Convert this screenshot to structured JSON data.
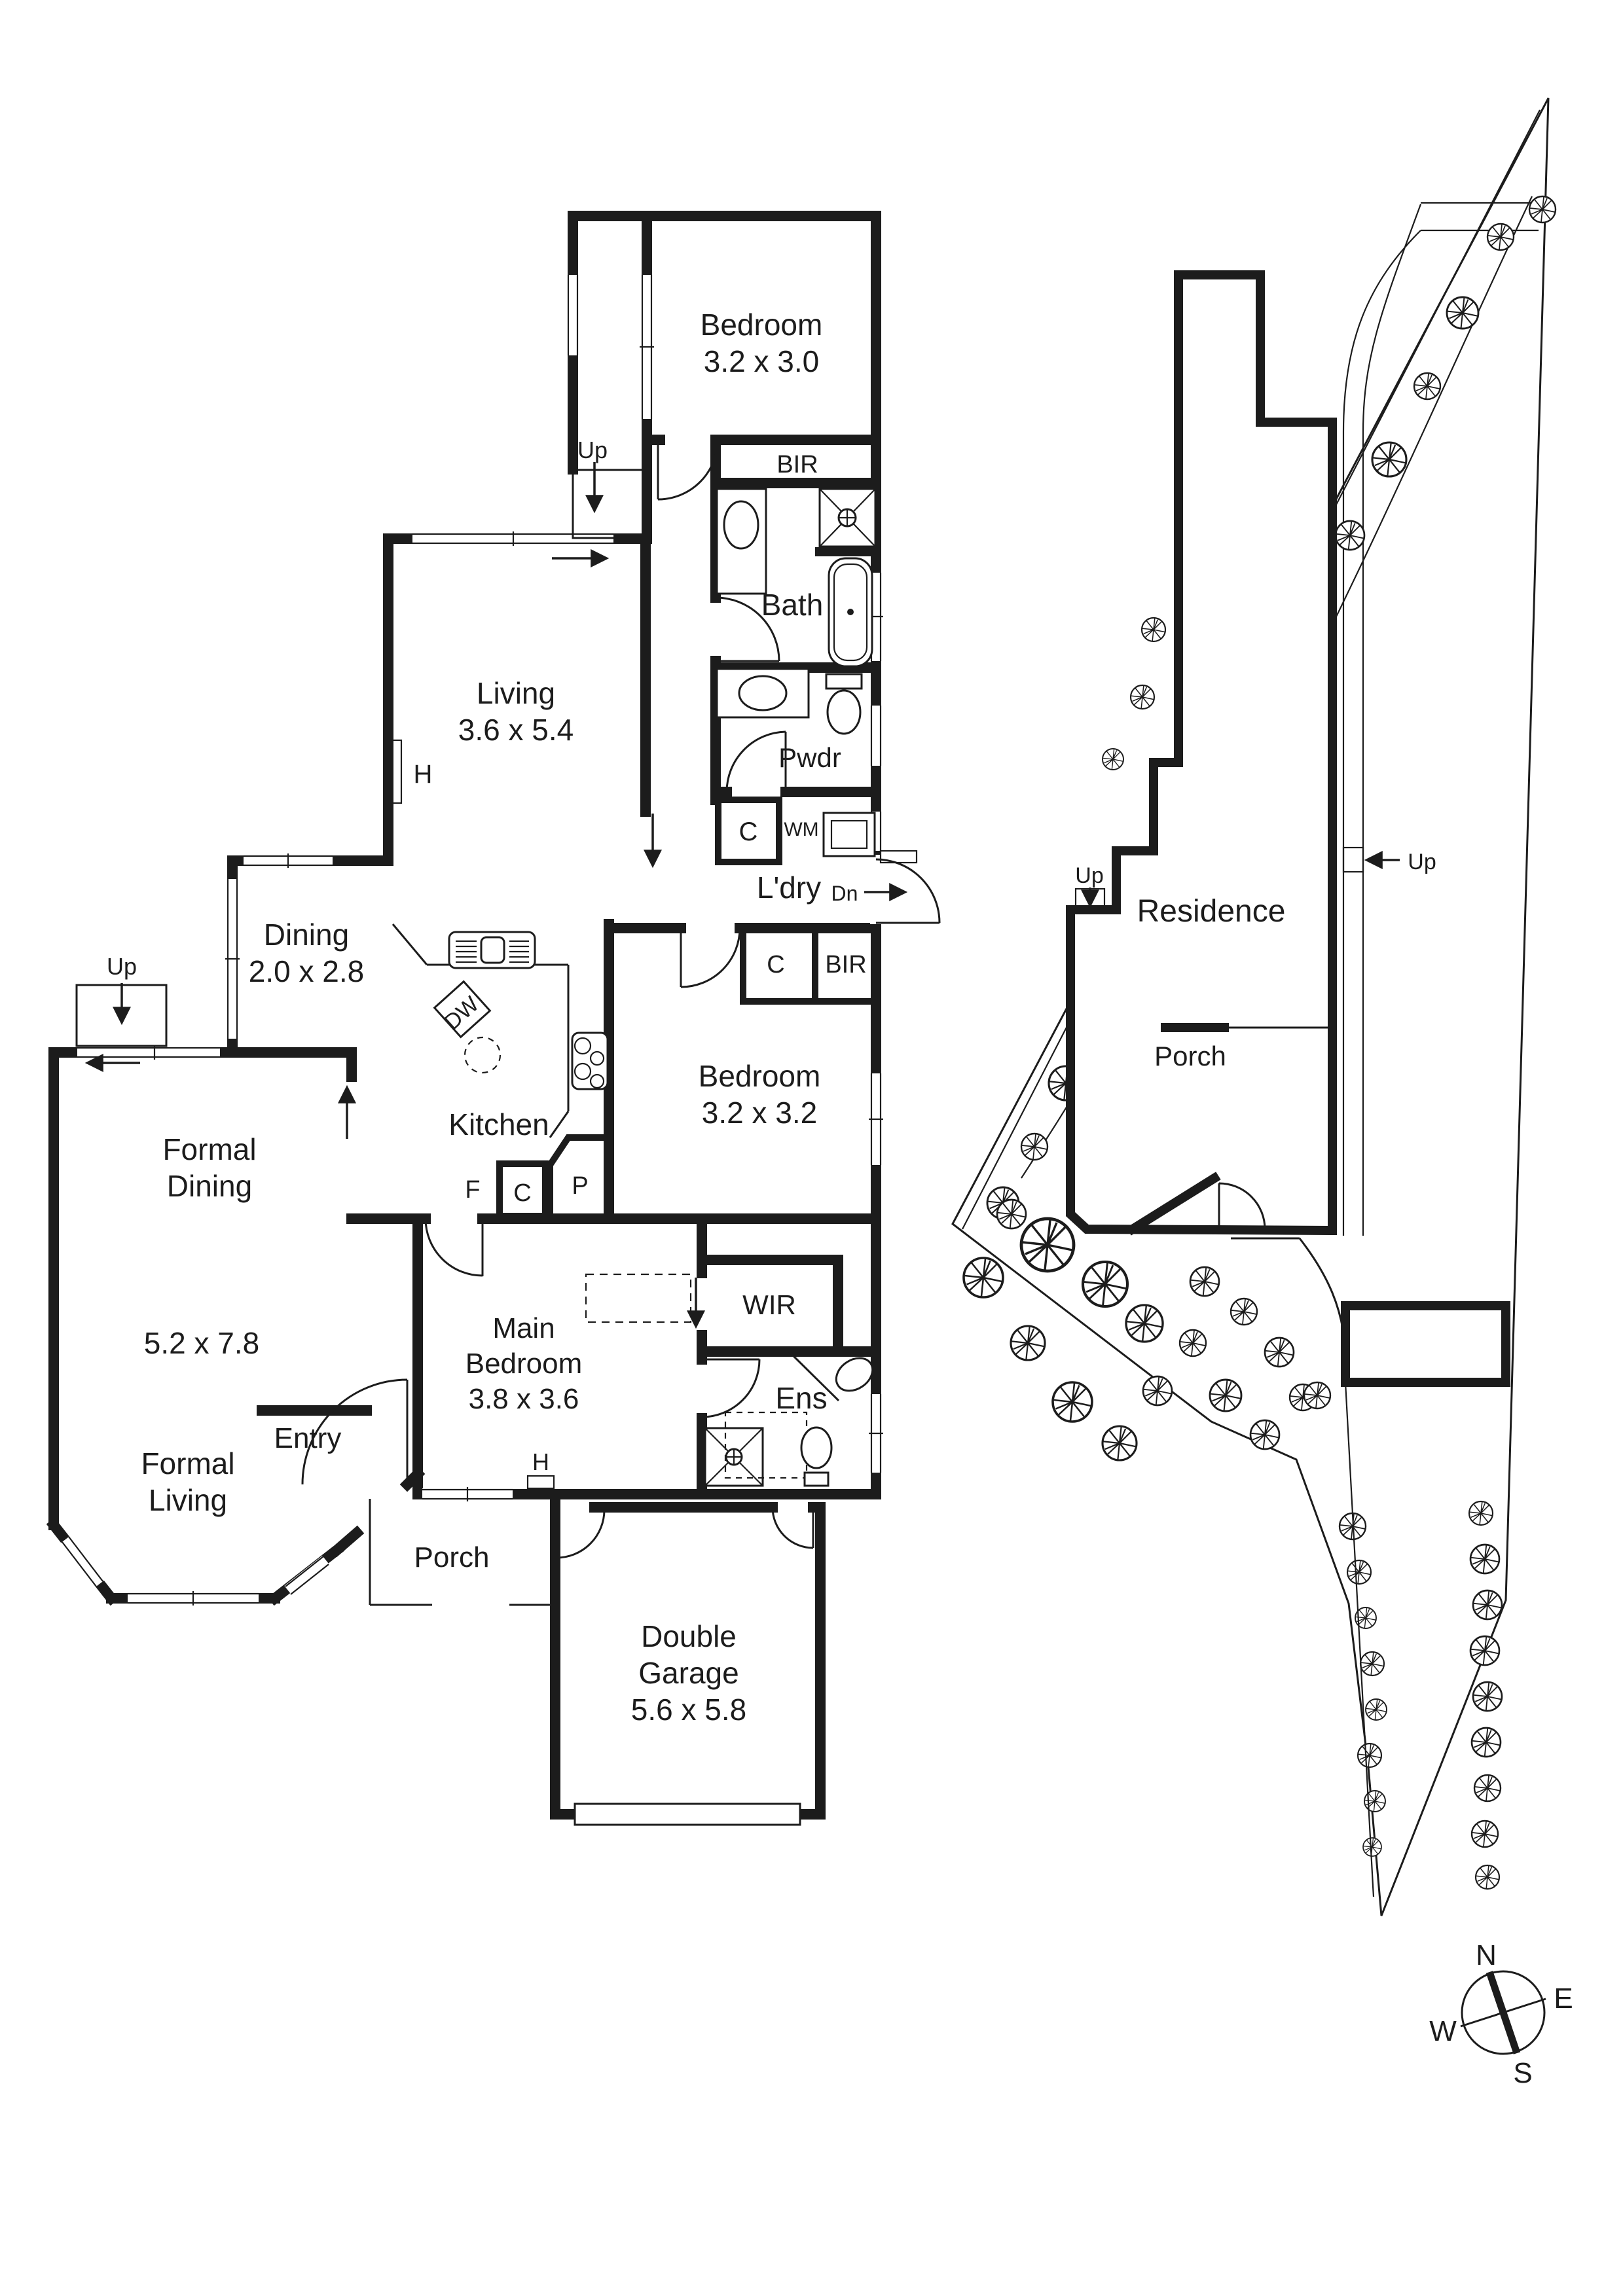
{
  "floor_plan": {
    "bedroom_top": {
      "name": "Bedroom",
      "dims": "3.2 x 3.0"
    },
    "bedroom_mid": {
      "name": "Bedroom",
      "dims": "3.2 x 3.2"
    },
    "main_bedroom": {
      "line1": "Main",
      "line2": "Bedroom",
      "dims": "3.8 x 3.6"
    },
    "living": {
      "name": "Living",
      "dims": "3.6 x 5.4"
    },
    "dining": {
      "name": "Dining",
      "dims": "2.0 x 2.8"
    },
    "kitchen": {
      "name": "Kitchen"
    },
    "formal_dining": {
      "line1": "Formal",
      "line2": "Dining",
      "dims": "5.2 x 7.8"
    },
    "formal_living": {
      "line1": "Formal",
      "line2": "Living"
    },
    "entry": {
      "name": "Entry"
    },
    "porch": {
      "name": "Porch"
    },
    "garage": {
      "line1": "Double",
      "line2": "Garage",
      "dims": "5.6 x 5.8"
    },
    "bath": {
      "name": "Bath"
    },
    "powder": {
      "name": "Pwdr"
    },
    "laundry": {
      "name": "L'dry"
    },
    "ensuite": {
      "name": "Ens"
    },
    "wir": {
      "name": "WIR"
    },
    "markers": {
      "bir": "BIR",
      "closet": "C",
      "washing_machine": "WM",
      "fridge": "F",
      "pantry": "P",
      "dishwasher": "DW",
      "heater": "H",
      "up": "Up",
      "down": "Dn"
    }
  },
  "site_plan": {
    "residence": "Residence",
    "porch": "Porch",
    "up": "Up"
  },
  "compass": {
    "n": "N",
    "e": "E",
    "s": "S",
    "w": "W"
  },
  "colors": {
    "ink": "#1c1c1c",
    "paper": "#ffffff"
  }
}
